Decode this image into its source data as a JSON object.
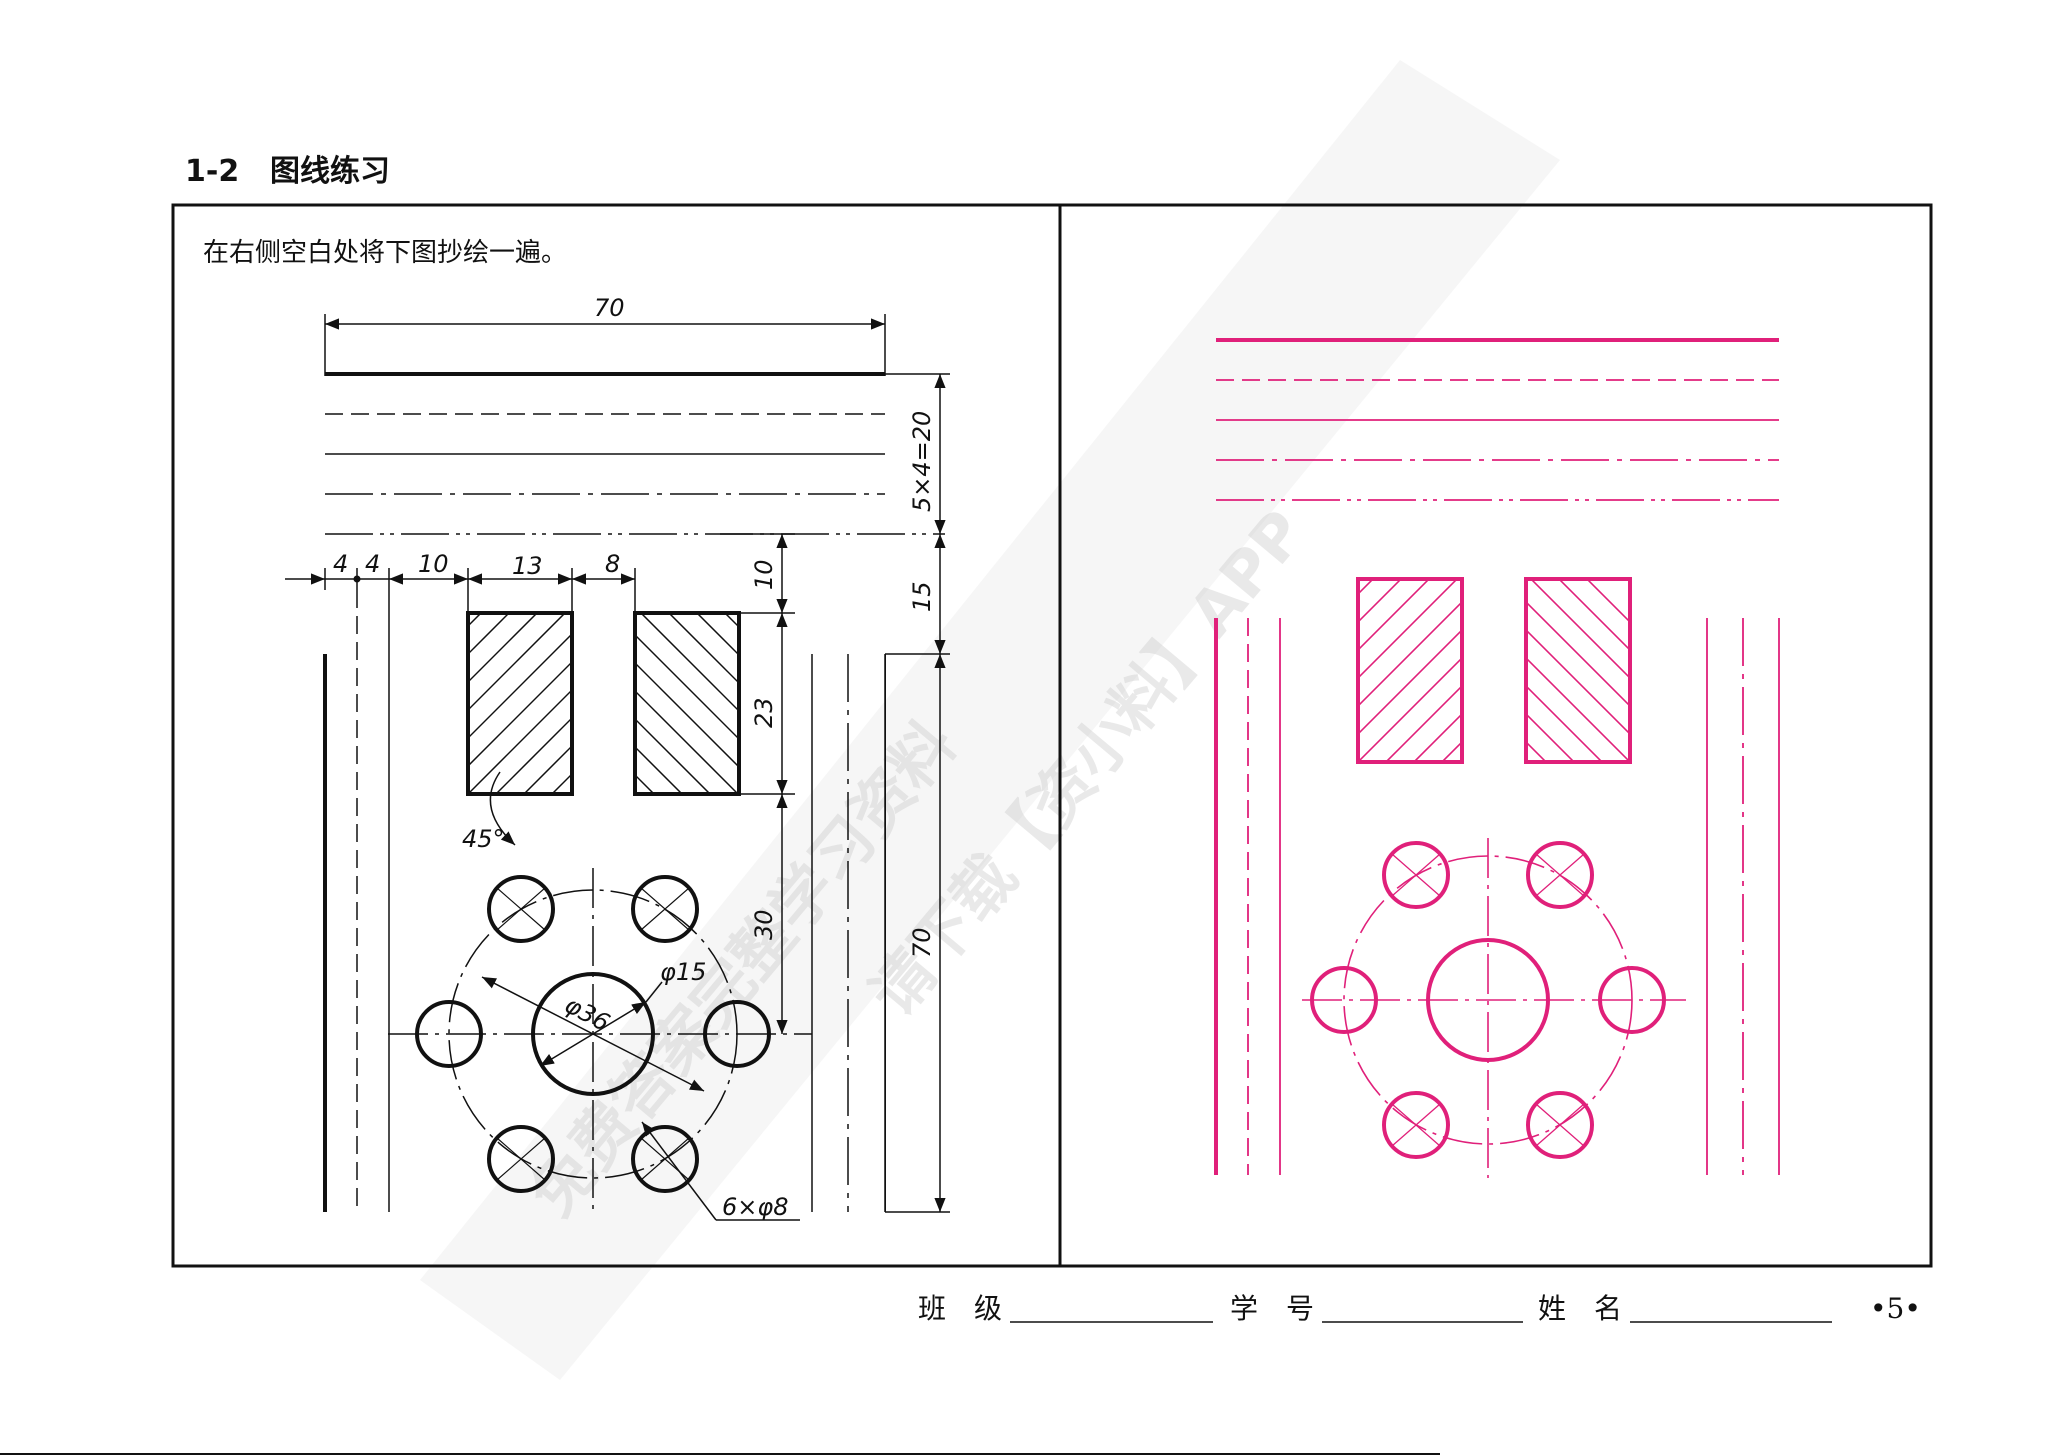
{
  "header": {
    "number": "1-2",
    "title": "图线练习"
  },
  "instruction": "在右侧空白处将下图抄绘一遍。",
  "dimensions": {
    "d70_top": "70",
    "d_spacing": "5×4=20",
    "d4a": "4",
    "d4b": "4",
    "d10a": "10",
    "d13": "13",
    "d8": "8",
    "d10b": "10",
    "d15": "15",
    "d23": "23",
    "d45": "45°",
    "d30": "30",
    "d70_side": "70",
    "dphi15": "φ15",
    "dphi36": "φ36",
    "dholes": "6×φ8"
  },
  "watermark": {
    "line1": "免费答案完整学习资料",
    "line2": "请下载【资小料】APP"
  },
  "footer": {
    "class_label": "班　级",
    "id_label": "学　号",
    "name_label": "姓　名",
    "page": "•5•"
  },
  "colors": {
    "ink": "#111111",
    "pink": "#e0207a",
    "watermark": "#cfcfcf"
  }
}
